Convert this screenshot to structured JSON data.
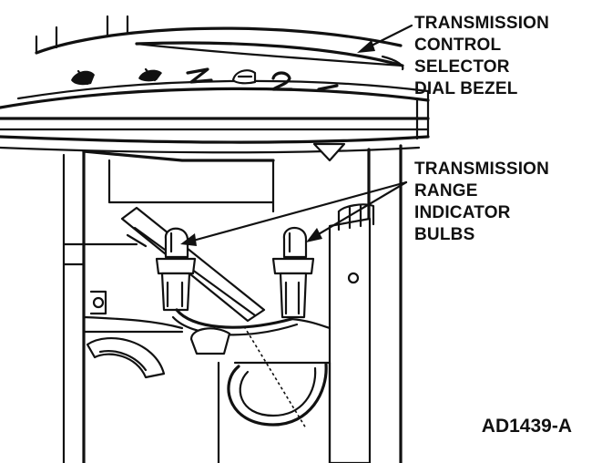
{
  "callouts": {
    "bezel": {
      "lines": [
        "TRANSMISSION",
        "CONTROL",
        "SELECTOR",
        "DIAL BEZEL"
      ]
    },
    "bulbs": {
      "lines": [
        "TRANSMISSION",
        "RANGE",
        "INDICATOR",
        "BULBS"
      ]
    }
  },
  "figure_id": "AD1439-A",
  "colors": {
    "ink": "#111111",
    "paper": "#ffffff"
  }
}
